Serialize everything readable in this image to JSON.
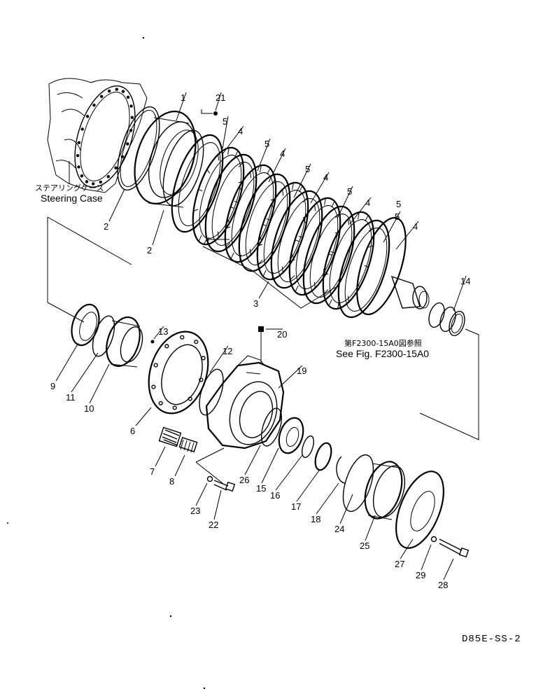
{
  "drawing_code": "D85E-SS-2",
  "steering_case": {
    "jp": "ステアリングケース",
    "en": "Steering Case"
  },
  "reference": {
    "jp": "第F2300-15A0図参照",
    "en": "See Fig. F2300-15A0"
  },
  "part_numbers": [
    "1",
    "2",
    "2",
    "3",
    "4",
    "4",
    "4",
    "4",
    "4",
    "5",
    "5",
    "5",
    "5",
    "5",
    "5",
    "6",
    "7",
    "8",
    "9",
    "10",
    "11",
    "12",
    "13",
    "14",
    "15",
    "16",
    "17",
    "18",
    "19",
    "20",
    "21",
    "22",
    "23",
    "24",
    "25",
    "26",
    "27",
    "28",
    "29"
  ]
}
